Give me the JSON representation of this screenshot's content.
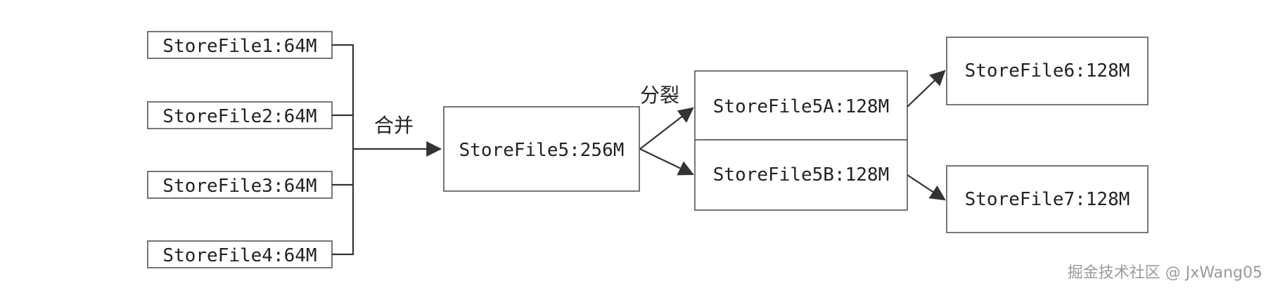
{
  "nodes": {
    "sf1": "StoreFile1:64M",
    "sf2": "StoreFile2:64M",
    "sf3": "StoreFile3:64M",
    "sf4": "StoreFile4:64M",
    "sf5": "StoreFile5:256M",
    "sf5a": "StoreFile5A:128M",
    "sf5b": "StoreFile5B:128M",
    "sf6": "StoreFile6:128M",
    "sf7": "StoreFile7:128M"
  },
  "edges": {
    "merge_label": "合并",
    "split_label": "分裂"
  },
  "watermark": "掘金技术社区 @ JxWang05"
}
